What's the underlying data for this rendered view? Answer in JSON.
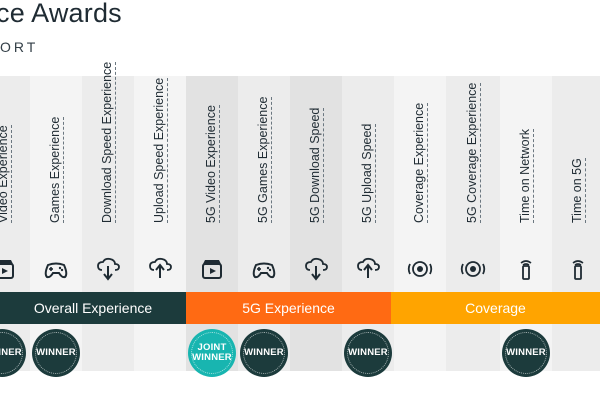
{
  "header": {
    "title": "ce Awards",
    "subtitle": "ORT"
  },
  "columns": [
    {
      "label": "Video Experience",
      "icon": "video-icon",
      "bg": "#ececec"
    },
    {
      "label": "Games Experience",
      "icon": "gamepad-icon",
      "bg": "#f4f4f4"
    },
    {
      "label": "Download Speed Experience",
      "icon": "download-icon",
      "bg": "#ececec"
    },
    {
      "label": "Upload Speed Experience",
      "icon": "upload-icon",
      "bg": "#f4f4f4"
    },
    {
      "label": "5G Video Experience",
      "icon": "video-icon",
      "bg": "#e2e2e2"
    },
    {
      "label": "5G Games Experience",
      "icon": "gamepad-icon",
      "bg": "#ececec"
    },
    {
      "label": "5G Download Speed",
      "icon": "download-icon",
      "bg": "#e2e2e2"
    },
    {
      "label": "5G Upload Speed",
      "icon": "upload-icon",
      "bg": "#ececec"
    },
    {
      "label": "Coverage Experience",
      "icon": "coverage-icon",
      "bg": "#f4f4f4"
    },
    {
      "label": "5G Coverage Experience",
      "icon": "coverage-icon",
      "bg": "#ececec"
    },
    {
      "label": "Time on Network",
      "icon": "signal-phone-icon",
      "bg": "#f4f4f4"
    },
    {
      "label": "Time on 5G",
      "icon": "signal-phone-icon",
      "bg": "#ececec"
    }
  ],
  "categories": [
    {
      "label": "Overall Experience",
      "color": "#1c3b3c"
    },
    {
      "label": "5G Experience",
      "color": "#ff6a13"
    },
    {
      "label": "Coverage",
      "color": "#ffa400"
    }
  ],
  "badges": [
    {
      "text": "WINNER",
      "color": "#1c3b3c"
    },
    {
      "text": "WINNER",
      "color": "#1c3b3c"
    },
    {
      "line1": "JOINT",
      "line2": "WINNER",
      "color": "#18b5b0"
    },
    {
      "text": "WINNER",
      "color": "#1c3b3c"
    },
    {
      "text": "WINNER",
      "color": "#1c3b3c"
    },
    {
      "text": "WINNER",
      "color": "#1c3b3c"
    }
  ]
}
